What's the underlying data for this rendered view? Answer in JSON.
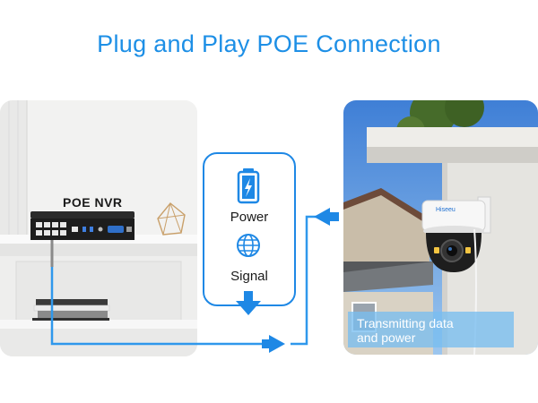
{
  "header": {
    "title": "Plug and Play POE Connection"
  },
  "nvr": {
    "label": "POE NVR"
  },
  "info_box": {
    "power_label": "Power",
    "signal_label": "Signal"
  },
  "camera": {
    "caption_line1": "Transmitting data",
    "caption_line2": "and power",
    "brand_text": "Hiseeu"
  },
  "colors": {
    "accent": "#1d8fe6",
    "line": "#2f98ec",
    "caption_bg": "#7fbfef"
  },
  "icons": [
    "battery-icon",
    "globe-icon",
    "arrow-down-icon",
    "arrow-right-icon",
    "arrow-left-icon",
    "poe-nvr-device",
    "dome-camera"
  ]
}
